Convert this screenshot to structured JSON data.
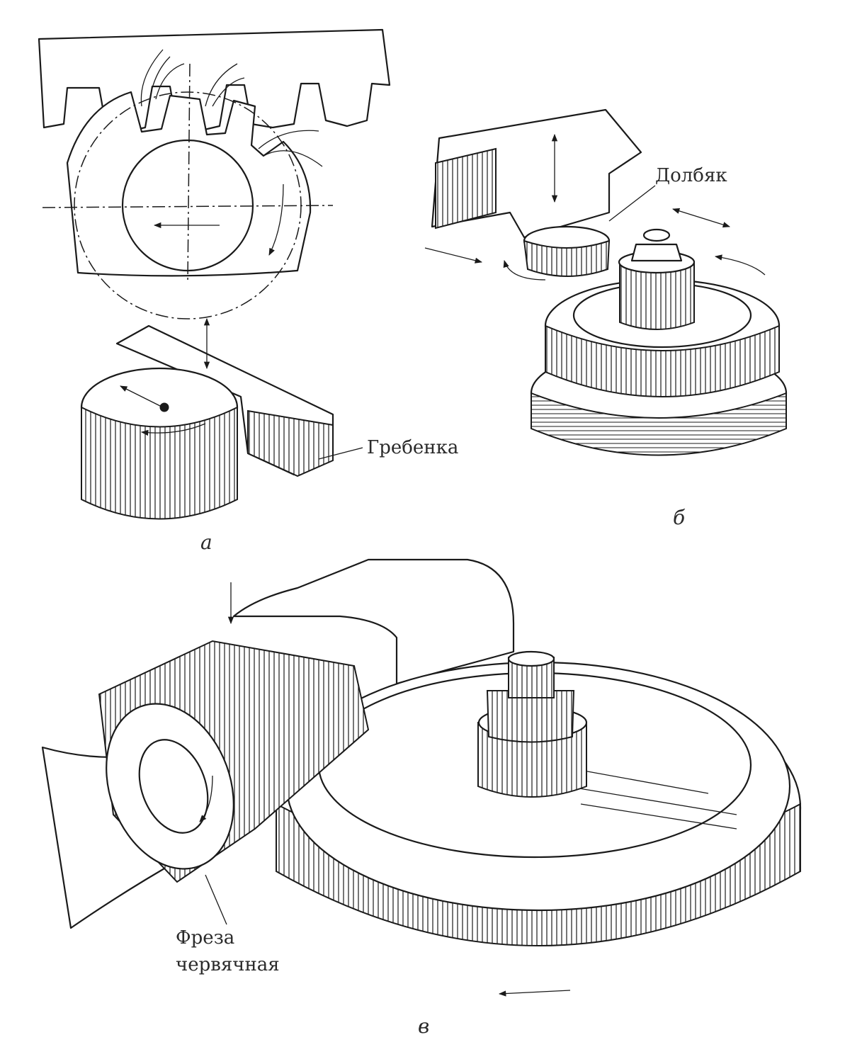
{
  "labels": {
    "comb": "Гребенка",
    "shaper": "Долбяк",
    "hob_line1": "Фреза",
    "hob_line2": "червячная"
  },
  "subfigures": {
    "a": "а",
    "b": "б",
    "v": "в"
  },
  "colors": {
    "ink": "#1a1a1a",
    "paper": "#ffffff"
  }
}
